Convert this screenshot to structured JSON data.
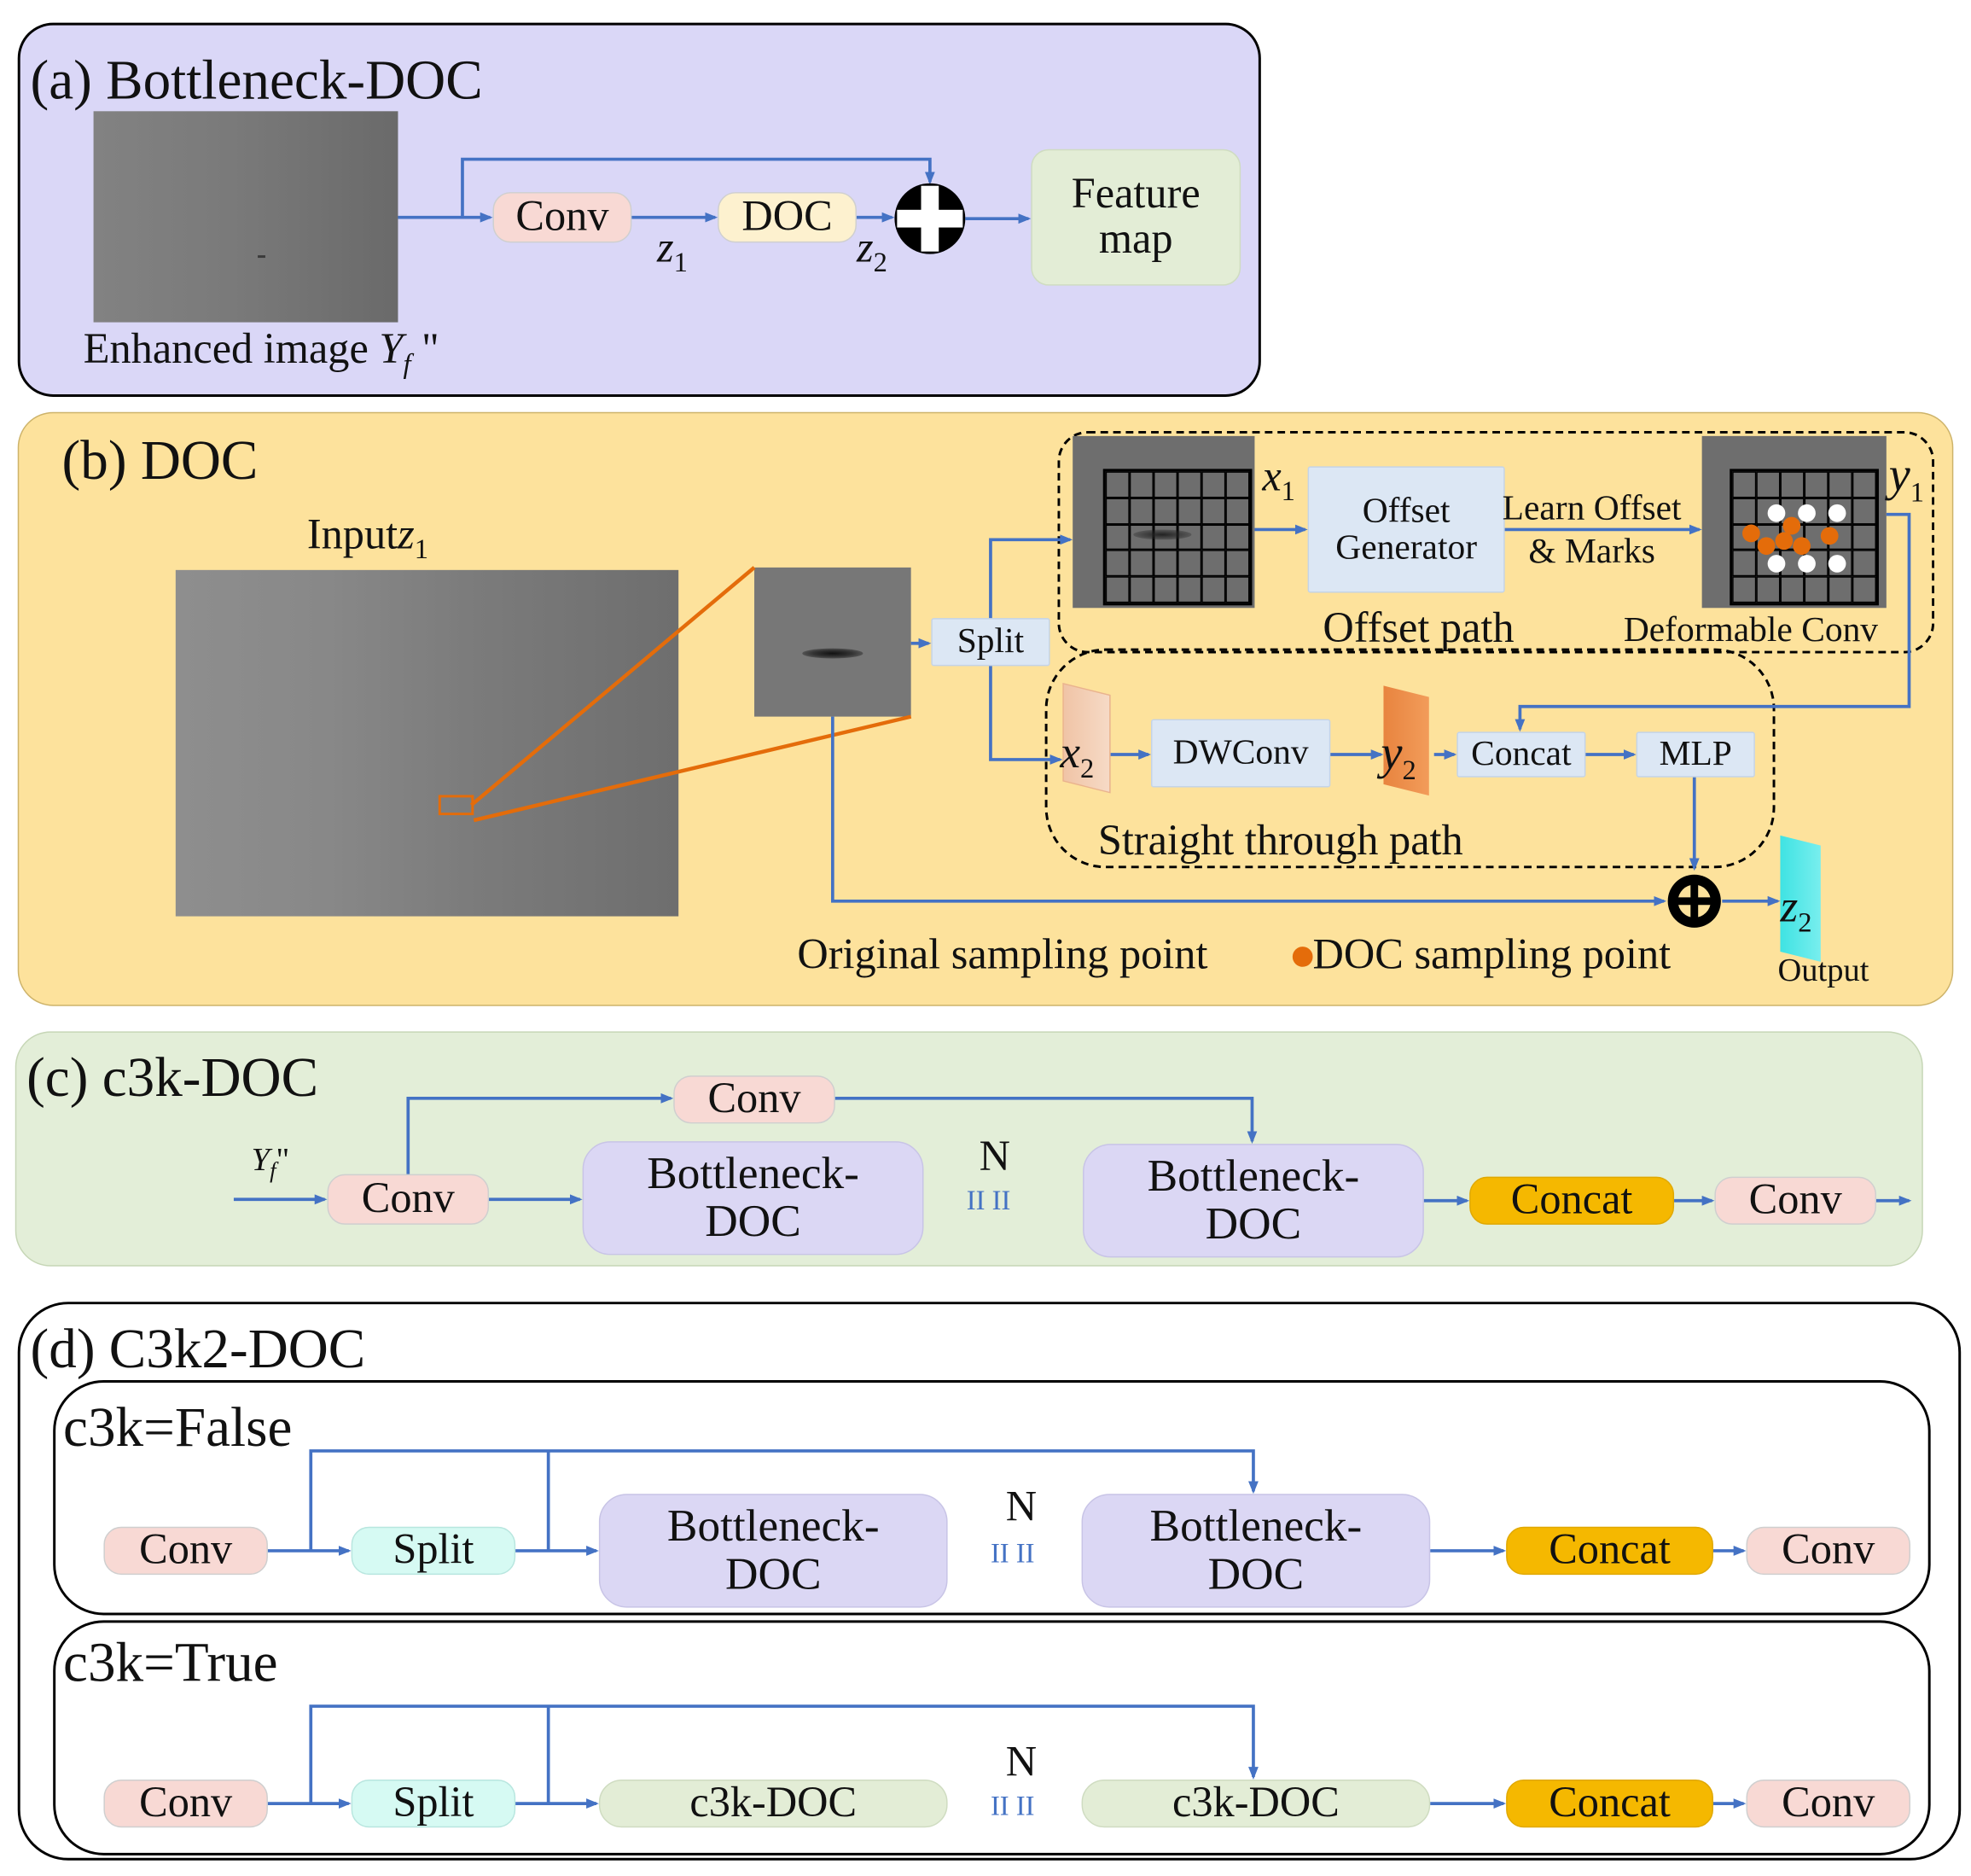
{
  "panel_a": {
    "title": "(a) Bottleneck-DOC",
    "image_caption_prefix": "Enhanced image",
    "image_caption_var": "Y",
    "image_caption_sub": "f",
    "image_caption_suffix": "\"",
    "conv": "Conv",
    "doc": "DOC",
    "z1_var": "z",
    "z1_sub": "1",
    "z2_var": "z",
    "z2_sub": "2",
    "feature_map": [
      "Feature",
      "map"
    ]
  },
  "panel_b": {
    "title": "(b) DOC",
    "input_label": "Input",
    "input_var": "z",
    "input_sub": "1",
    "split": "Split",
    "x1_var": "x",
    "x1_sub": "1",
    "offset_generator": [
      "Offset",
      "Generator"
    ],
    "learn_offset": [
      "Learn Offset",
      "& Marks"
    ],
    "y1_var": "y",
    "y1_sub": "1",
    "offset_path": "Offset path",
    "deformable_conv": "Deformable Conv",
    "x2_var": "x",
    "x2_sub": "2",
    "dwconv": "DWConv",
    "y2_var": "y",
    "y2_sub": "2",
    "concat": "Concat",
    "mlp": "MLP",
    "straight_path": "Straight through path",
    "z2_var": "z",
    "z2_sub": "2",
    "output": "Output",
    "legend_original": "Original sampling point",
    "legend_doc": "DOC sampling point"
  },
  "panel_c": {
    "title": "(c)  c3k-DOC",
    "input_var": "Y",
    "input_sub": "f",
    "input_suffix": "\"",
    "conv_top": "Conv",
    "conv_left": "Conv",
    "bottleneck1": [
      "Bottleneck-",
      "DOC"
    ],
    "n_label": "N",
    "n_ticks": "II II",
    "bottleneck2": [
      "Bottleneck-",
      "DOC"
    ],
    "concat": "Concat",
    "conv_right": "Conv"
  },
  "panel_d": {
    "title": "(d) C3k2-DOC",
    "false_title": "c3k=False",
    "true_title": "c3k=True",
    "false_row": {
      "conv": "Conv",
      "split": "Split",
      "block1": [
        "Bottleneck-",
        "DOC"
      ],
      "n_label": "N",
      "n_ticks": "II II",
      "block2": [
        "Bottleneck-",
        "DOC"
      ],
      "concat": "Concat",
      "conv_out": "Conv"
    },
    "true_row": {
      "conv": "Conv",
      "split": "Split",
      "block1": "c3k-DOC",
      "n_label": "N",
      "n_ticks": "II II",
      "block2": "c3k-DOC",
      "concat": "Concat",
      "conv_out": "Conv"
    }
  },
  "colors": {
    "panel_a_bg": "#dad7f7",
    "panel_b_bg": "#fde29c",
    "panel_c_bg": "#e3eed8",
    "arrow": "#4472c4",
    "orange": "#e46c0a",
    "output_cyan": "#3fe3e3"
  }
}
